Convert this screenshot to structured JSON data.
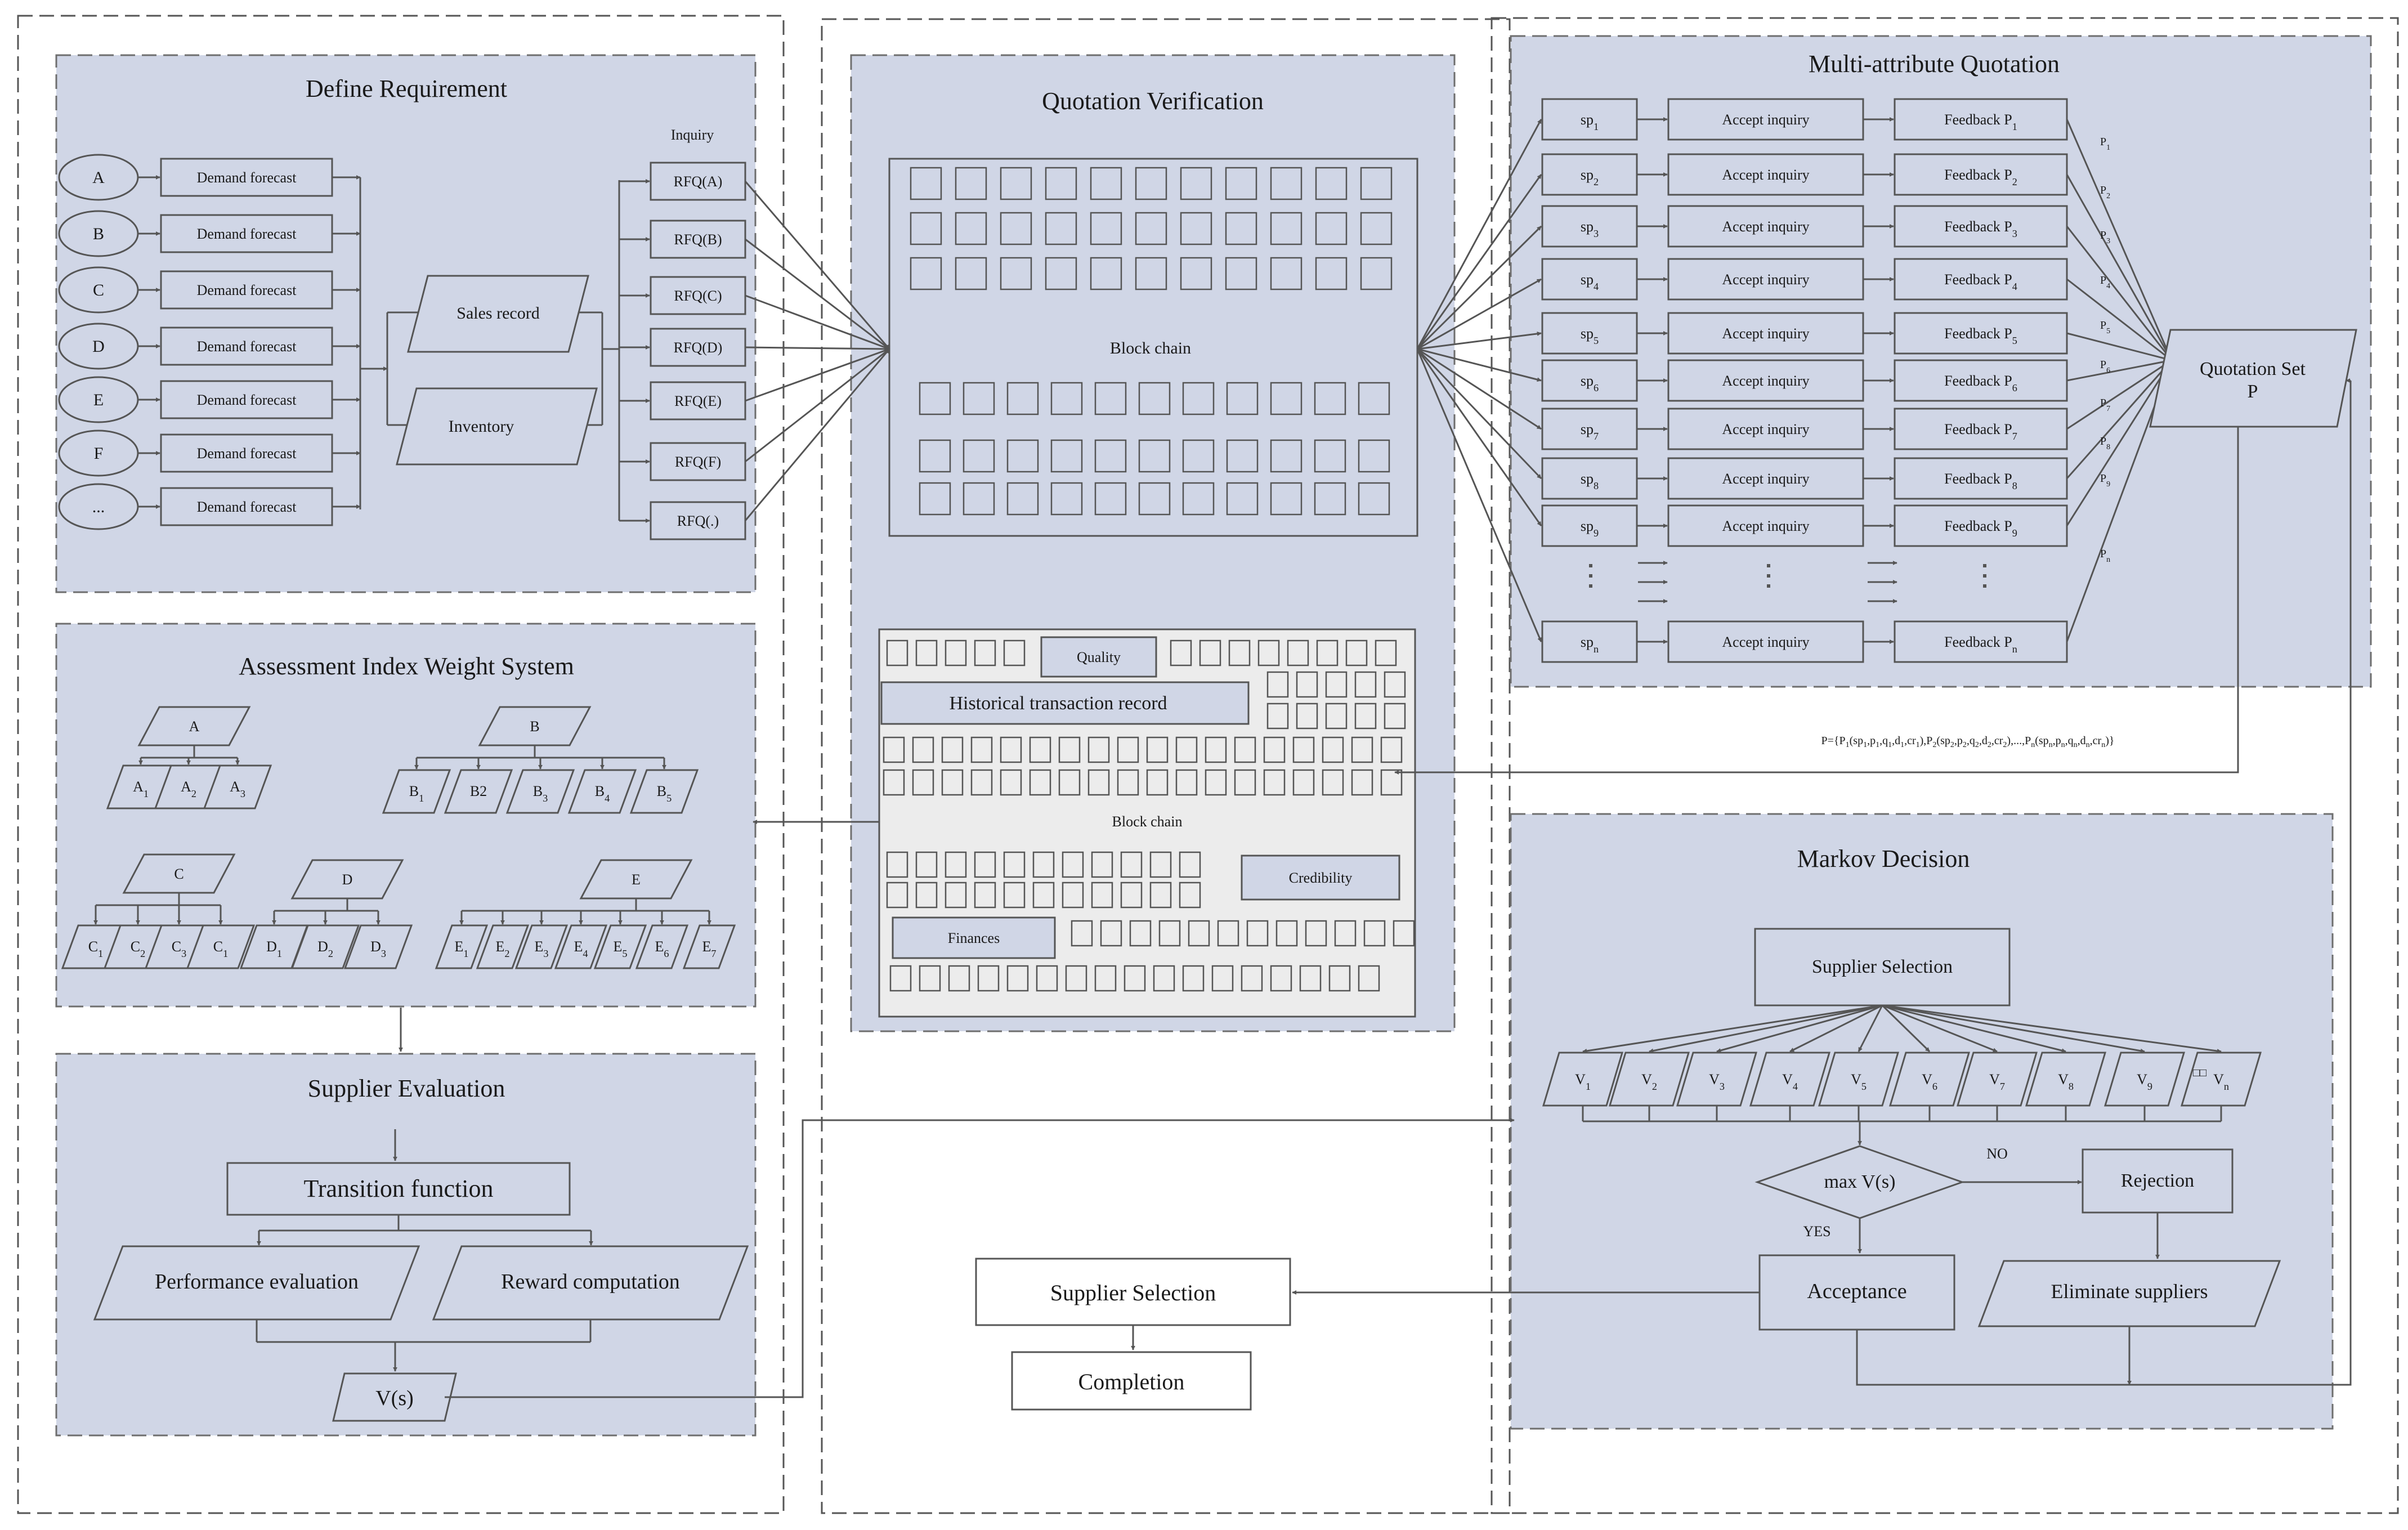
{
  "define": {
    "title": "Define Requirement",
    "inquiry": "Inquiry",
    "nodes": [
      "A",
      "B",
      "C",
      "D",
      "E",
      "F",
      "..."
    ],
    "forecast": "Demand forecast",
    "sales": "Sales record",
    "inventory": "Inventory",
    "rfq": [
      "RFQ(A)",
      "RFQ(B)",
      "RFQ(C)",
      "RFQ(D)",
      "RFQ(E)",
      "RFQ(F)",
      "RFQ(.)"
    ]
  },
  "assessment": {
    "title": "Assessment Index Weight System",
    "groups": [
      {
        "name": "A",
        "children": [
          [
            "A",
            "1"
          ],
          [
            "A",
            "2"
          ],
          [
            "A",
            "3"
          ]
        ]
      },
      {
        "name": "B",
        "children": [
          [
            "B",
            "1"
          ],
          [
            "B2",
            ""
          ],
          [
            "B",
            "3"
          ],
          [
            "B",
            "4"
          ],
          [
            "B",
            "5"
          ]
        ]
      },
      {
        "name": "C",
        "children": [
          [
            "C",
            "1"
          ],
          [
            "C",
            "2"
          ],
          [
            "C",
            "3"
          ],
          [
            "C",
            "1"
          ]
        ]
      },
      {
        "name": "D",
        "children": [
          [
            "D",
            "1"
          ],
          [
            "D",
            "2"
          ],
          [
            "D",
            "3"
          ]
        ]
      },
      {
        "name": "E",
        "children": [
          [
            "E",
            "1"
          ],
          [
            "E",
            "2"
          ],
          [
            "E",
            "3"
          ],
          [
            "E",
            "4"
          ],
          [
            "E",
            "5"
          ],
          [
            "E",
            "6"
          ],
          [
            "E",
            "7"
          ]
        ]
      }
    ]
  },
  "evaluation": {
    "title": "Supplier Evaluation",
    "transition": "Transition function",
    "performance": "Performance evaluation",
    "reward": "Reward computation",
    "vs": "V(s)"
  },
  "verification": {
    "title": "Quotation Verification",
    "blockchain_top": "Block chain",
    "quality": "Quality",
    "history": "Historical transaction record",
    "blockchain_bottom": "Block chain",
    "credibility": "Credibility",
    "finances": "Finances"
  },
  "final": {
    "selection": "Supplier Selection",
    "completion": "Completion"
  },
  "quotation": {
    "title": "Multi-attribute Quotation",
    "accept": "Accept inquiry",
    "feedback": "Feedback P",
    "sp_base": "sp",
    "rows": [
      "1",
      "2",
      "3",
      "4",
      "5",
      "6",
      "7",
      "8",
      "9"
    ],
    "row_n": "n",
    "set_line1": "Quotation Set",
    "set_line2": "P",
    "p_label": "P",
    "p_subs": [
      "1",
      "2",
      "3",
      "4",
      "5",
      "6",
      "7",
      "8",
      "9",
      "n"
    ],
    "formula": "P={P1(sp1,p1,q1,d1,cr1),P2(sp2,p2,q2,d2,cr2),...,Pn(spn,pn,qn,dn,crn)}"
  },
  "markov": {
    "title": "Markov Decision",
    "selection": "Supplier Selection",
    "v_base": "V",
    "v_subs": [
      "1",
      "2",
      "3",
      "4",
      "5",
      "6",
      "7",
      "8",
      "9",
      "n"
    ],
    "max": "max V(s)",
    "no": "NO",
    "yes": "YES",
    "rejection": "Rejection",
    "acceptance": "Acceptance",
    "eliminate": "Eliminate suppliers"
  }
}
